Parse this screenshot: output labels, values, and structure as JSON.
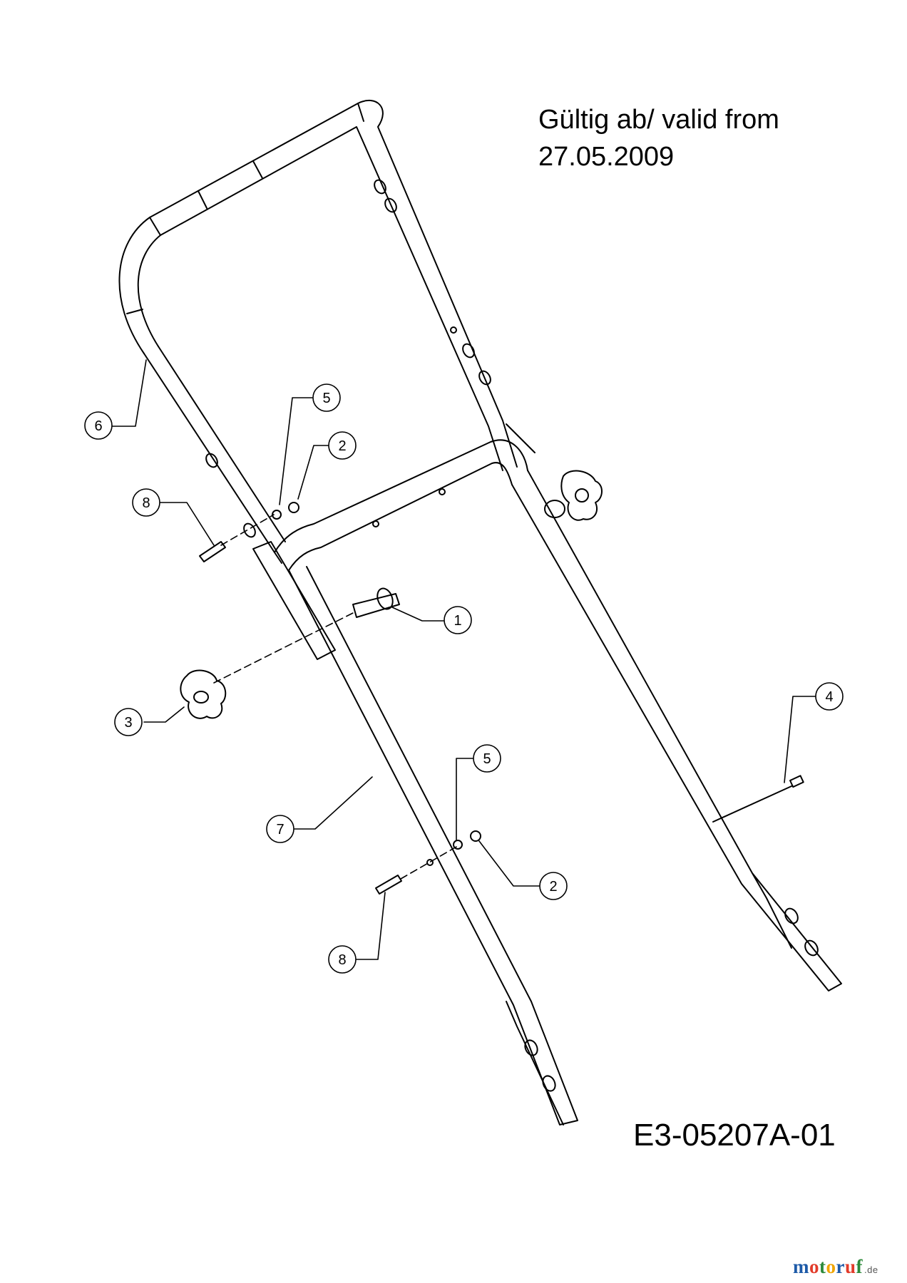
{
  "header": {
    "validity_line1": "Gültig ab/ valid from",
    "validity_line2": "27.05.2009"
  },
  "drawing_number": "E3-05207A-01",
  "watermark": {
    "brand": "motoruf",
    "tld": ".de"
  },
  "callouts": {
    "c1": "1",
    "c2a": "2",
    "c2b": "2",
    "c3": "3",
    "c4": "4",
    "c5a": "5",
    "c5b": "5",
    "c6": "6",
    "c7": "7",
    "c8a": "8",
    "c8b": "8"
  },
  "colors": {
    "line": "#000000",
    "background": "#ffffff"
  }
}
